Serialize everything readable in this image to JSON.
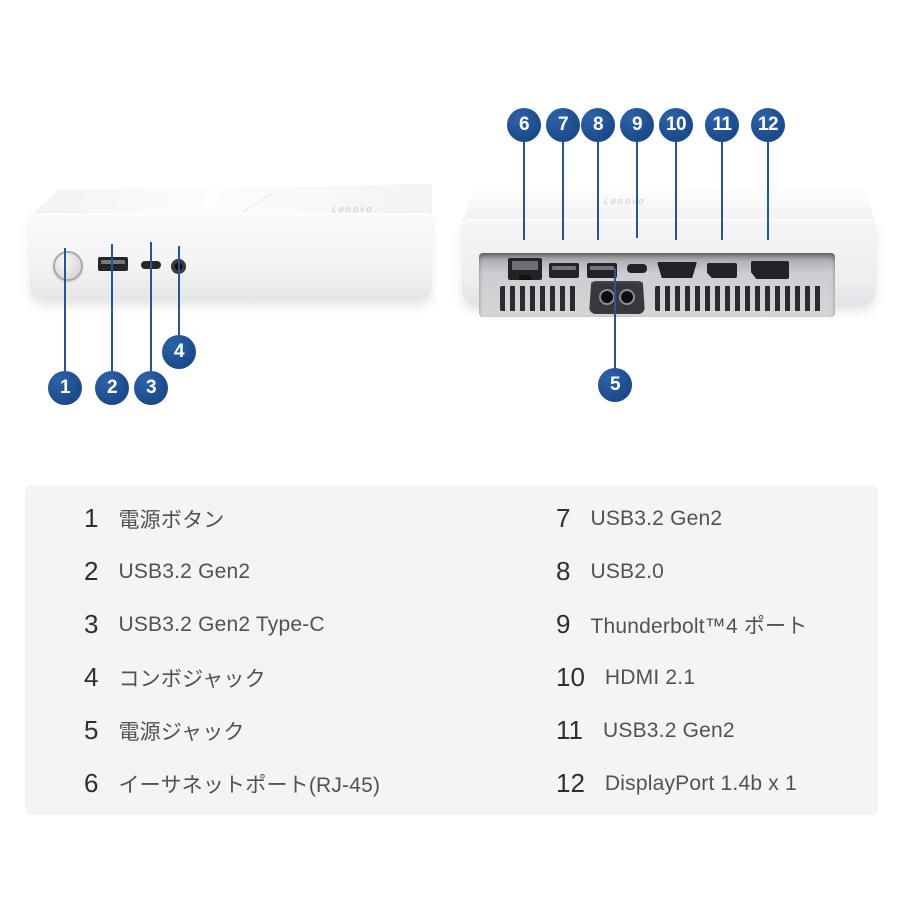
{
  "branding": {
    "logo": "Lenovo"
  },
  "colors": {
    "callout_blue": "#1d4e8f",
    "leader_line_blue": "#2a5391",
    "legend_panel_gray": "#f4f4f5"
  },
  "callouts": {
    "front": [
      "1",
      "2",
      "3",
      "4"
    ],
    "rear": [
      "6",
      "7",
      "8",
      "9",
      "10",
      "11",
      "12"
    ],
    "power": "5"
  },
  "legend": {
    "left": [
      {
        "num": "1",
        "label": "電源ボタン"
      },
      {
        "num": "2",
        "label": "USB3.2 Gen2"
      },
      {
        "num": "3",
        "label": "USB3.2 Gen2 Type-C"
      },
      {
        "num": "4",
        "label": "コンボジャック"
      },
      {
        "num": "5",
        "label": "電源ジャック"
      },
      {
        "num": "6",
        "label": "イーサネットポート(RJ-45)"
      }
    ],
    "right": [
      {
        "num": "7",
        "label": "USB3.2 Gen2"
      },
      {
        "num": "8",
        "label": "USB2.0"
      },
      {
        "num": "9",
        "label": "Thunderbolt™4 ポート"
      },
      {
        "num": "10",
        "label": "HDMI 2.1"
      },
      {
        "num": "11",
        "label": "USB3.2 Gen2"
      },
      {
        "num": "12",
        "label": "DisplayPort 1.4b x 1"
      }
    ]
  }
}
